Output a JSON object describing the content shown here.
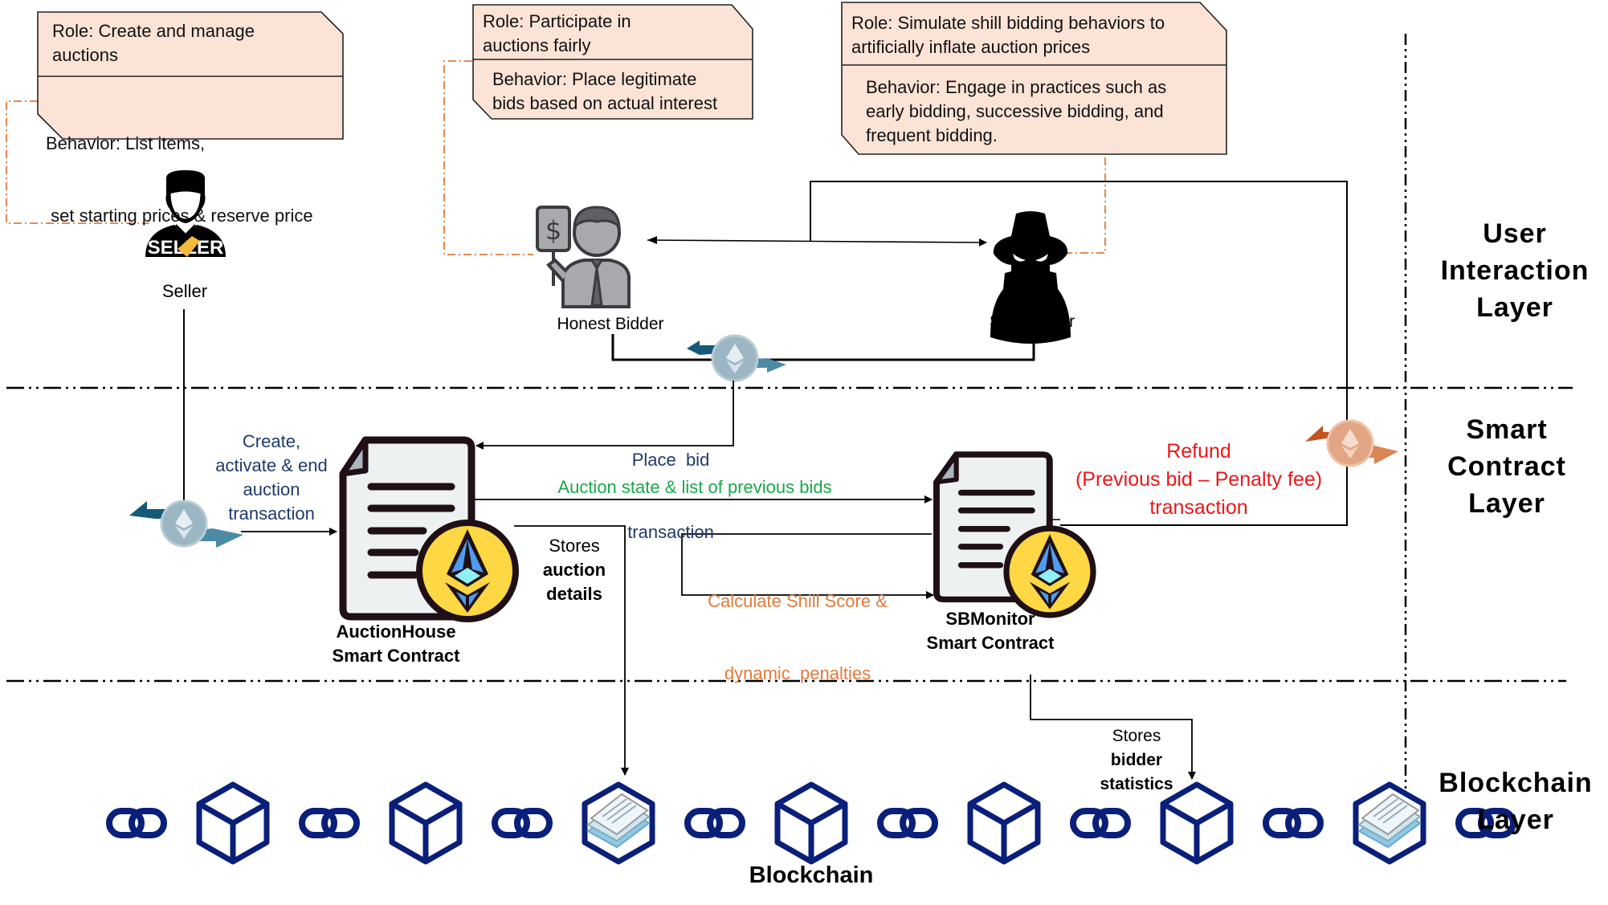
{
  "actors": {
    "seller": {
      "label": "Seller",
      "role": "Role: Create and manage auctions",
      "role_lines": [
        "Role: Create and manage",
        "auctions"
      ],
      "behavior_lines": [
        "Behavior: List items,",
        " set starting prices & reserve price"
      ],
      "badge_text": "SELLER"
    },
    "honest_bidder": {
      "label": "Honest Bidder",
      "role_lines": [
        "Role: Participate in",
        "auctions fairly"
      ],
      "behavior_lines": [
        "Behavior: Place legitimate",
        "bids based on actual interest"
      ]
    },
    "shill_bidder": {
      "label": "Shill Bidder",
      "role_lines": [
        "Role: Simulate shill bidding behaviors to",
        "artificially inflate auction prices"
      ],
      "behavior_lines": [
        "Behavior: Engage in practices such as",
        "early bidding, successive bidding, and",
        "frequent bidding."
      ]
    }
  },
  "flows": {
    "create_tx": [
      "Create,",
      "activate & end",
      "auction",
      "transaction"
    ],
    "place_bid": [
      "Place  bid",
      "transaction"
    ],
    "auction_state": "Auction state & list of previous bids",
    "shill_score": [
      "Calculate Shill Score &",
      "dynamic  penalties"
    ],
    "refund": [
      "Refund",
      "(Previous bid – Penalty fee)",
      "transaction"
    ],
    "stores_auction": {
      "line1": "Stores",
      "line2": "auction",
      "line3": "details"
    },
    "stores_bidder": {
      "line1": "Stores",
      "line2": "bidder",
      "line3": "statistics"
    }
  },
  "contracts": {
    "auction_house": [
      "AuctionHouse",
      "Smart Contract"
    ],
    "sb_monitor": [
      "SBMonitor",
      "Smart Contract"
    ]
  },
  "blockchain": {
    "label": "Blockchain",
    "blocks": 7,
    "data_block_positions": [
      3,
      7
    ]
  },
  "layers": {
    "user": [
      "User",
      "Interaction",
      "Layer"
    ],
    "contract": [
      "Smart",
      "Contract",
      "Layer"
    ],
    "chain": [
      "Blockchain",
      "Layer"
    ]
  },
  "colors": {
    "card_fill": "#fbe3d6",
    "navy_text": "#1f3a6b",
    "green_text": "#1aa84a",
    "orange_text": "#e07a3c",
    "red_text": "#e8181b",
    "chain_blue": "#0a1f7a",
    "eth_yellow": "#fdd744"
  }
}
